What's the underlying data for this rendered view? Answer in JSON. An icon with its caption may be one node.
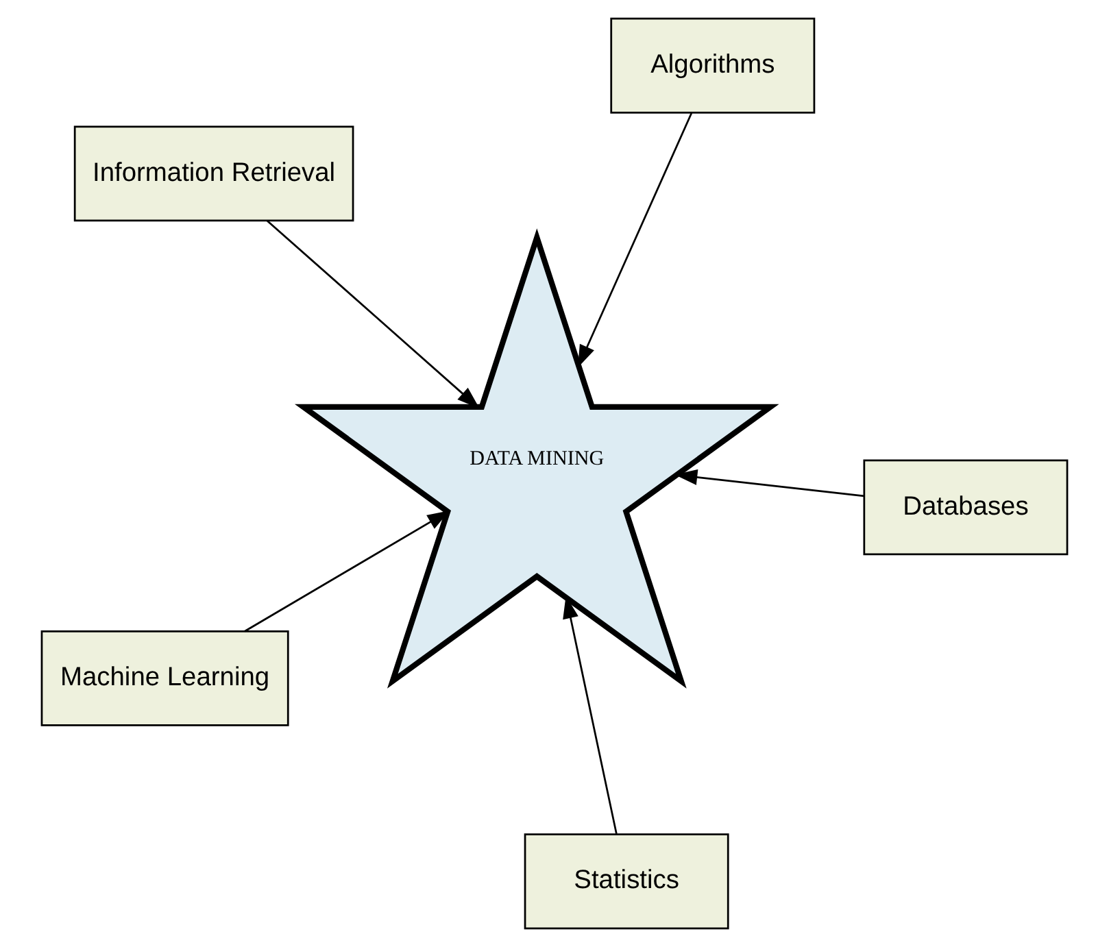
{
  "diagram": {
    "nodes": [
      {
        "text": [
          "Information Retrieval"
        ]
      },
      {
        "text": [
          "Databases"
        ]
      },
      {
        "text": [
          "Statistics"
        ]
      },
      {
        "text": [
          "DATA MINING"
        ]
      },
      {
        "text": [
          "Algorithms"
        ]
      },
      {
        "text": [
          "Machine Learning"
        ]
      }
    ],
    "edges": [
      {
        "from": 0,
        "to": 3,
        "arrow": "to"
      },
      {
        "from": 1,
        "to": 3,
        "arrow": "to"
      },
      {
        "from": 2,
        "to": 3,
        "arrow": "to"
      },
      {
        "from": 4,
        "to": 3,
        "arrow": "to"
      },
      {
        "from": 5,
        "to": 3,
        "arrow": "to"
      }
    ]
  }
}
